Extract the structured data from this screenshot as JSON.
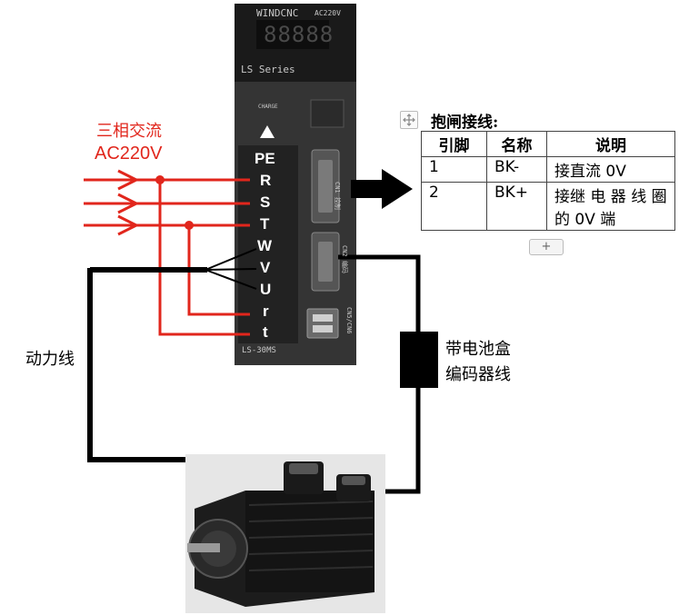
{
  "supply_label": "三相交流",
  "supply_voltage": "AC220V",
  "power_cable_label": "动力线",
  "encoder_cable_label": [
    "带电池盒",
    "编码器线"
  ],
  "drive": {
    "brand": "WINDCNC",
    "voltage_badge": "AC220V",
    "display": "88888",
    "series": "LS Series",
    "charge_label": "CHARGE",
    "model": "LS-30MS",
    "ports": [
      "CN1 控制",
      "CN2 编码",
      "CN5/CN6"
    ],
    "terminals": [
      "PE",
      "R",
      "S",
      "T",
      "W",
      "V",
      "U",
      "r",
      "t"
    ]
  },
  "brake_table": {
    "title": "抱闸接线:",
    "headers": [
      "引脚",
      "名称",
      "说明"
    ],
    "rows": [
      {
        "pin": "1",
        "name": "BK-",
        "desc": "接直流 0V"
      },
      {
        "pin": "2",
        "name": "BK+",
        "desc": "接继 电 器 线 圈的 0V 端"
      }
    ],
    "add_row_label": "+"
  },
  "colors": {
    "wire_red": "#e1261c",
    "cable_black": "#000000",
    "drive_body": "#2a2a2a"
  },
  "icons": {
    "move_handle": "move-icon",
    "arrow": "arrow-right-icon",
    "charge": "triangle-up-icon"
  }
}
